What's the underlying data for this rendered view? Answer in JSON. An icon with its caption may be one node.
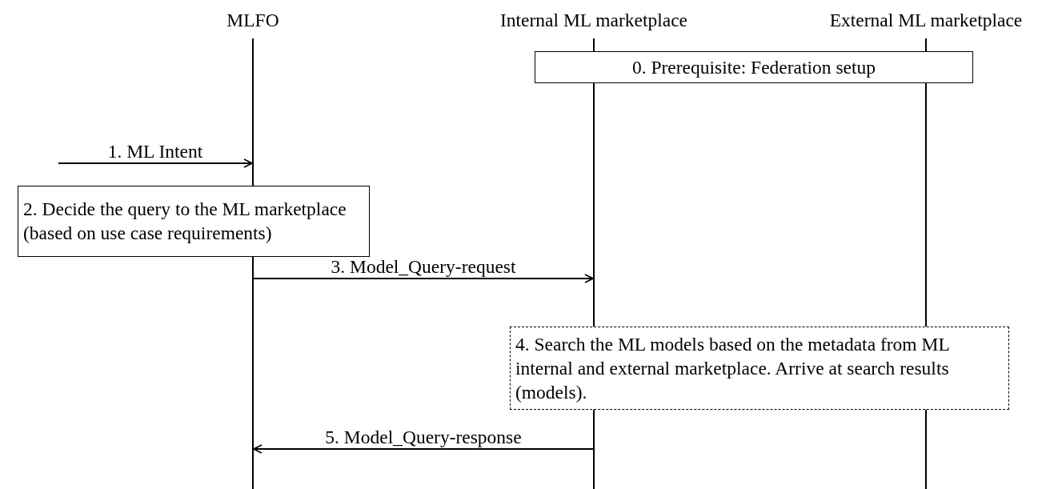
{
  "diagram": {
    "nodes": [
      {
        "text": [
          "MLFO"
        ]
      },
      {
        "text": [
          "Internal ML marketplace"
        ]
      },
      {
        "text": [
          "External ML marketplace"
        ]
      },
      {
        "text": [],
        "shape": "line"
      },
      {
        "text": [],
        "shape": "line"
      },
      {
        "text": [],
        "shape": "line"
      },
      {
        "text": [
          "0. Prerequisite: Federation setup"
        ]
      },
      {
        "text": [
          "2. Decide the query to the ML marketplace (based on use case requirements)"
        ]
      },
      {
        "text": [
          "4. Search the ML models based on the metadata from ML internal and external marketplace. Arrive at search results (models)."
        ]
      }
    ],
    "edges": [
      {
        "from": null,
        "to": 3,
        "arrow": "to",
        "label": "1. ML Intent"
      },
      {
        "from": 3,
        "to": 4,
        "arrow": "to",
        "label": "3. Model_Query-request"
      },
      {
        "from": 4,
        "to": 3,
        "arrow": "to",
        "label": "5. Model_Query-response"
      }
    ]
  }
}
